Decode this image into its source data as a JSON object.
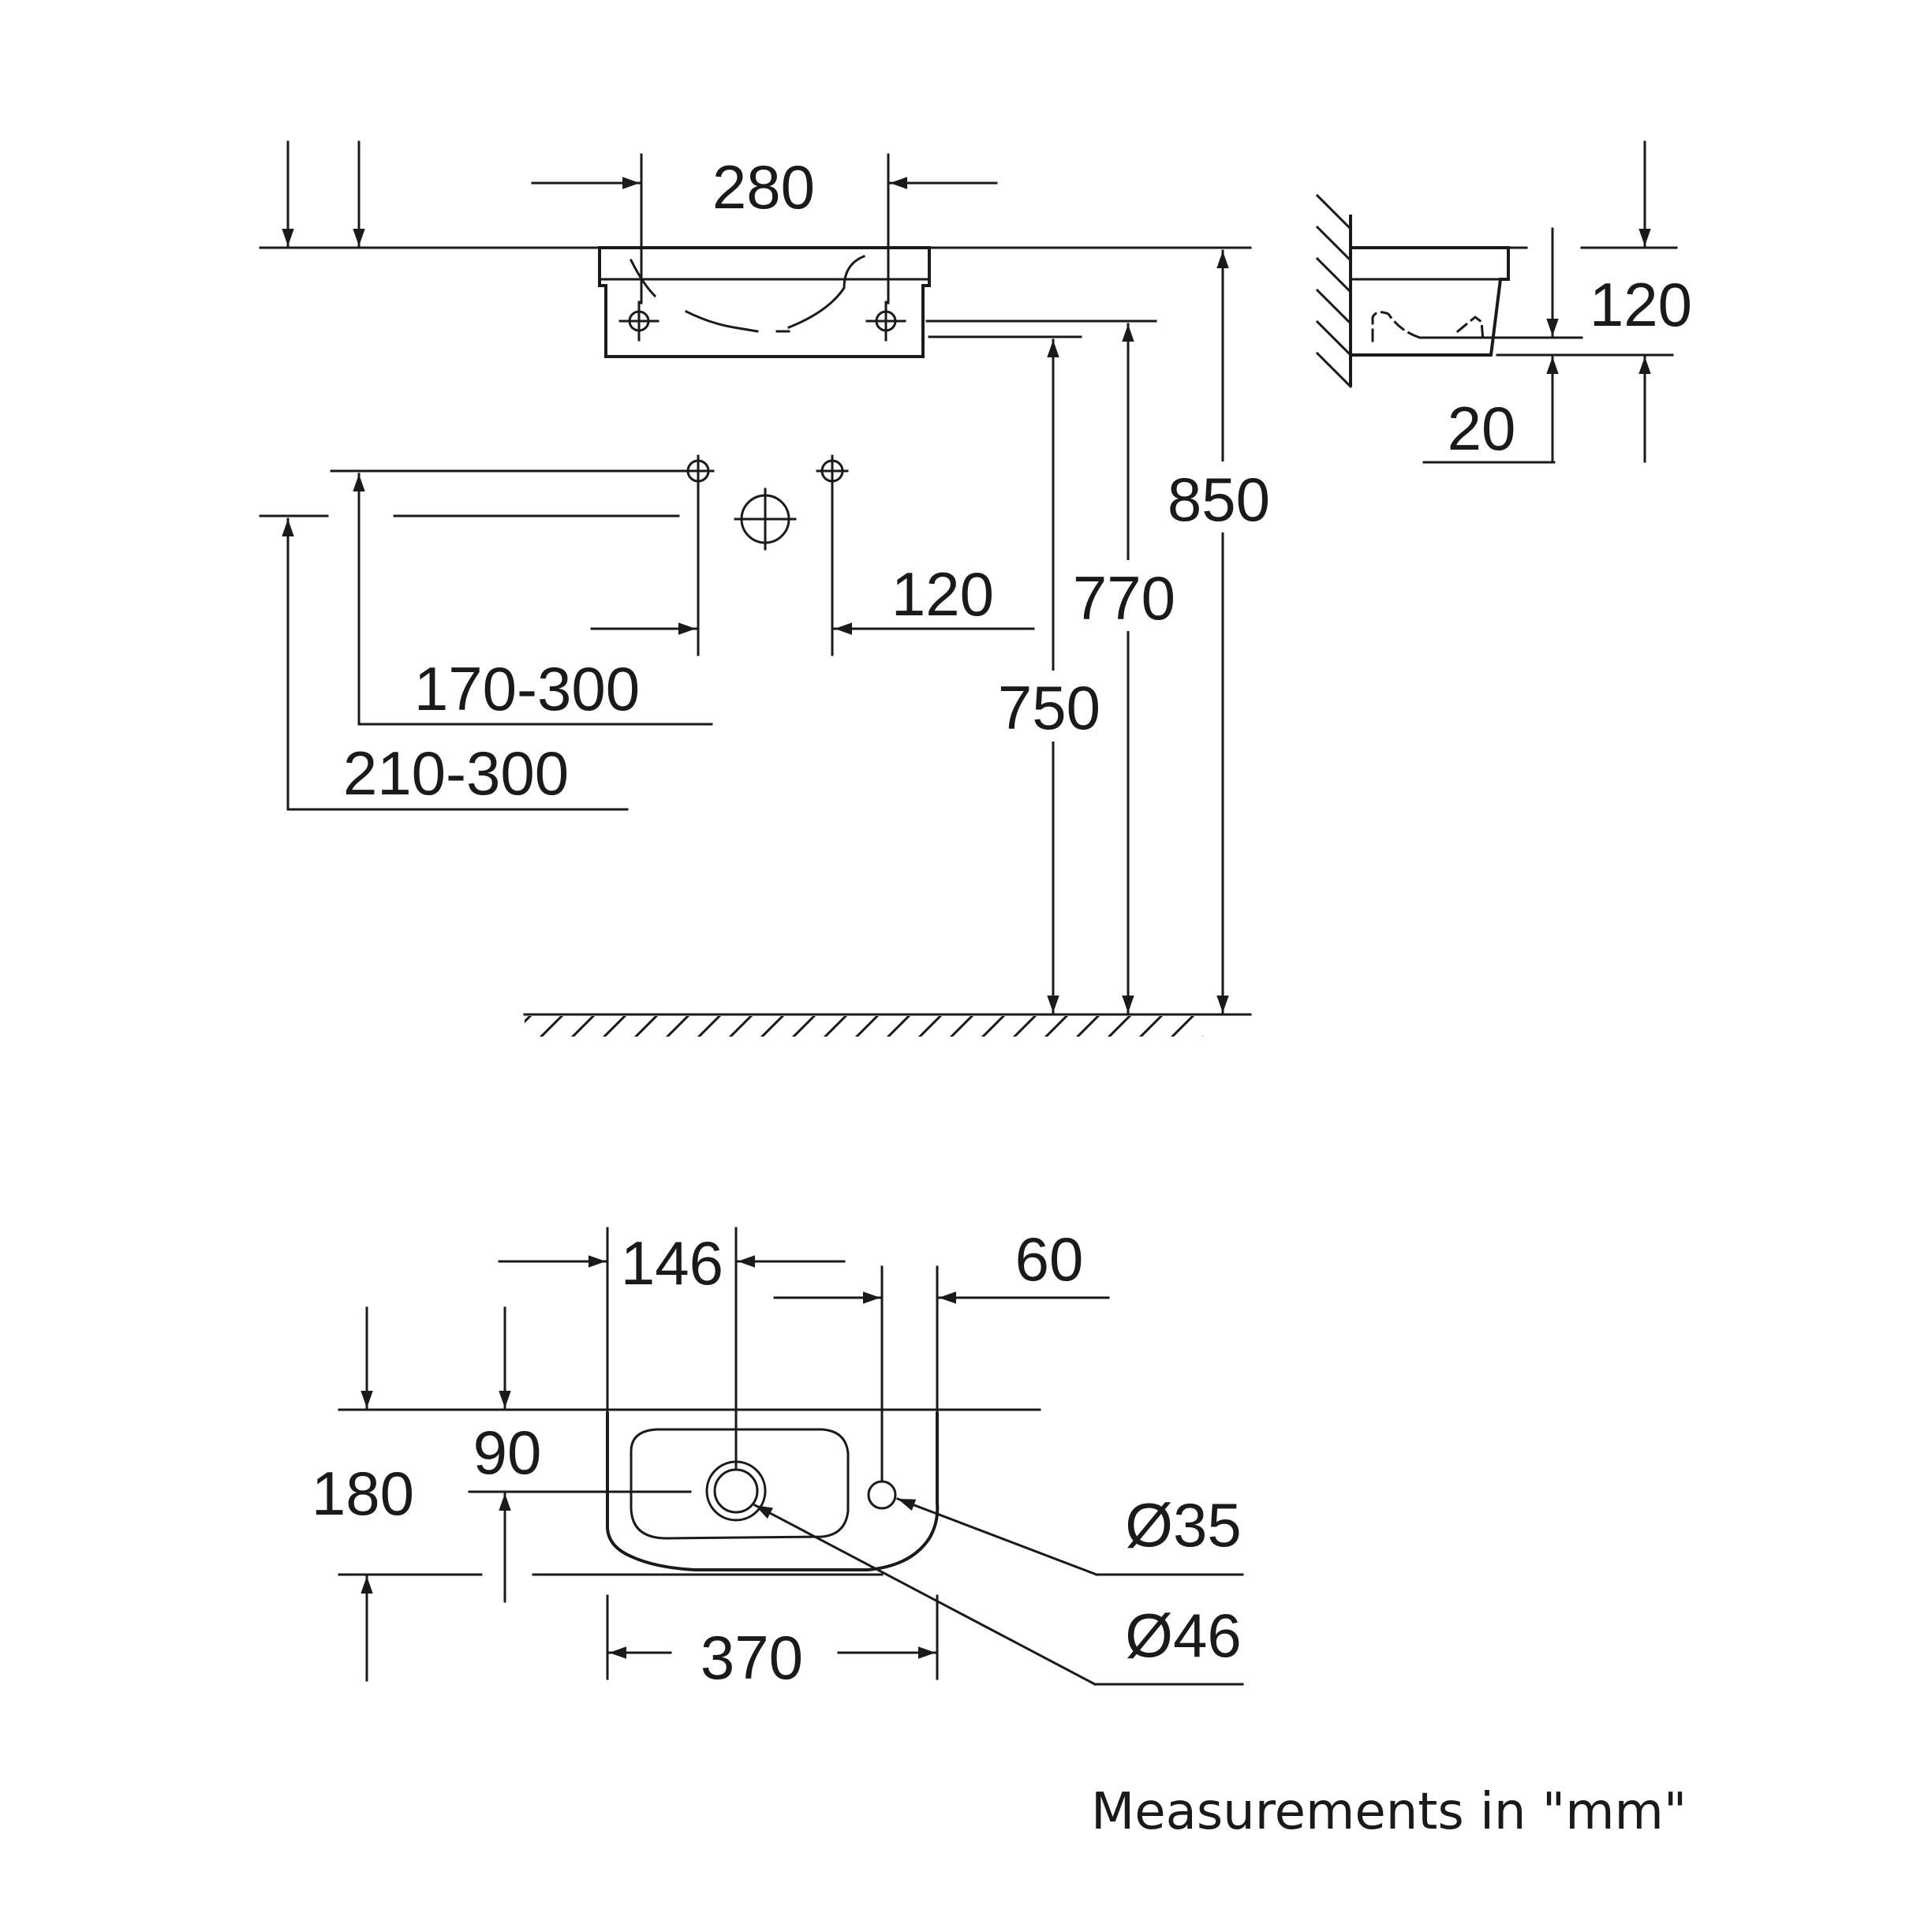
{
  "drawing": {
    "title": "Wall-mounted hand basin – dimensional drawing",
    "colors": {
      "ink": "#1a1a1a",
      "background": "#ffffff"
    }
  },
  "dimensions": {
    "front_top_width": "280",
    "side_depth": "120",
    "side_offset": "20",
    "overall_height": "850",
    "rim_height": "770",
    "lower_height": "750",
    "tap_hole_offset": "120",
    "supply_range_upper": "170-300",
    "supply_range_lower": "210-300",
    "plan_drain_offset": "146",
    "plan_tap_offset": "60",
    "plan_drain_depth": "90",
    "plan_depth": "180",
    "plan_width": "370",
    "tap_hole_diameter": "Ø35",
    "waste_diameter": "Ø46"
  },
  "footer": {
    "units_note": "Measurements in \"mm\""
  }
}
